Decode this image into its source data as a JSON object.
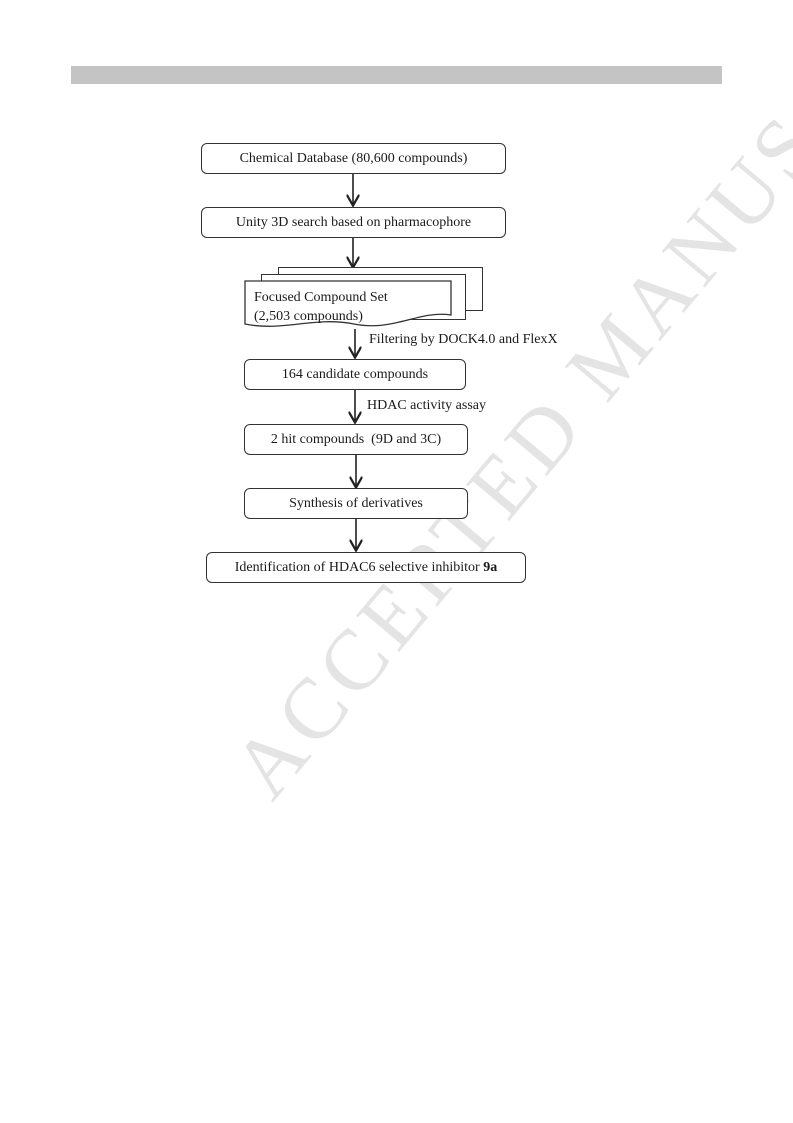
{
  "watermark": "ACCEPTED MANUSCRIPT",
  "flowchart": {
    "step1": "Chemical Database (80,600 compounds)",
    "step2": "Unity 3D search based on pharmacophore",
    "step3_line1": "Focused Compound Set",
    "step3_line2": "(2,503 compounds)",
    "edge3_label": "Filtering by DOCK4.0 and FlexX",
    "step4": "164 candidate compounds",
    "edge4_label": "HDAC activity assay",
    "step5": "2 hit compounds  (9D and 3C)",
    "step6": "Synthesis of derivatives",
    "step7_text": "Identification of HDAC6 selective inhibitor",
    "step7_bold": "9a"
  }
}
